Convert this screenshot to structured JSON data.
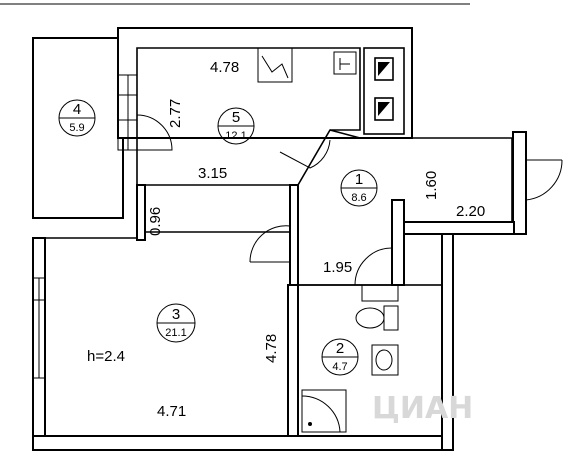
{
  "rooms": [
    {
      "number": "1",
      "area": "8.6"
    },
    {
      "number": "2",
      "area": "4.7"
    },
    {
      "number": "3",
      "area": "21.1"
    },
    {
      "number": "4",
      "area": "5.9"
    },
    {
      "number": "5",
      "area": "12.1"
    }
  ],
  "dimensions": {
    "kitchen_top": "4.78",
    "kitchen_side": "2.77",
    "kitchen_bottom": "3.15",
    "hall_side": "1.60",
    "hall_width": "2.20",
    "corridor_width": "1.95",
    "wall_gap": "0.96",
    "living_height": "4.78",
    "living_width": "4.71"
  },
  "ceiling_height": "h=2.4",
  "watermark": "ЦИАН"
}
